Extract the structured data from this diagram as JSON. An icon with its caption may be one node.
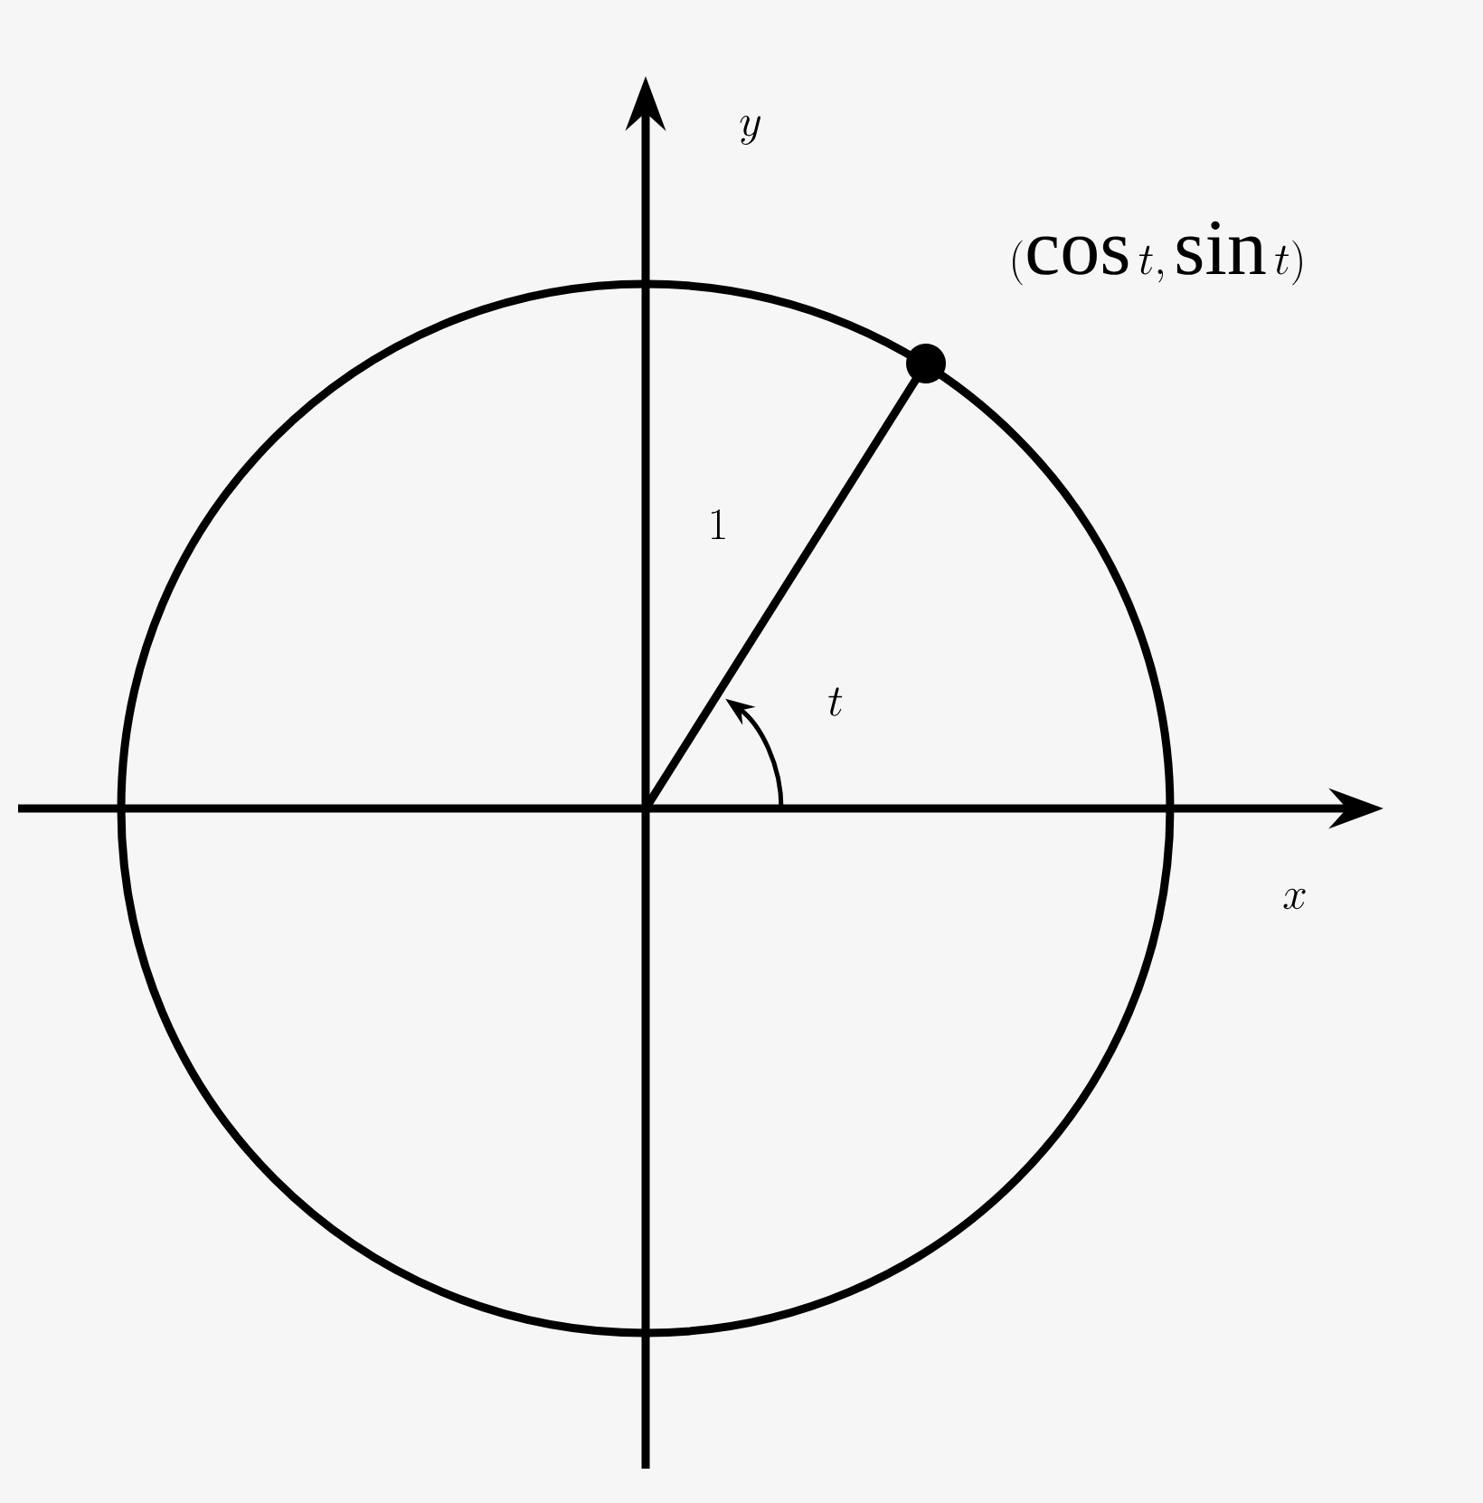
{
  "diagram": {
    "labels": [
      "y",
      "(\\cos t, \\sin t)",
      "1",
      "t",
      "x"
    ]
  }
}
